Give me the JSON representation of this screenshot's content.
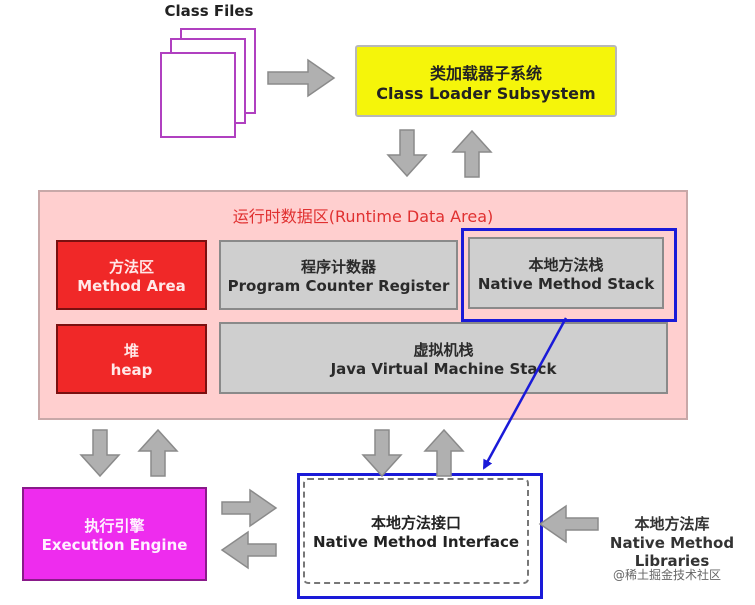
{
  "class_files": {
    "label": "Class Files"
  },
  "class_loader": {
    "cn": "类加载器子系统",
    "en": "Class Loader Subsystem"
  },
  "runtime_area": {
    "title": "运行时数据区(Runtime Data Area)",
    "method_area": {
      "cn": "方法区",
      "en": "Method Area"
    },
    "pc_register": {
      "cn": "程序计数器",
      "en": "Program Counter Register"
    },
    "native_stack": {
      "cn": "本地方法栈",
      "en": "Native Method Stack"
    },
    "heap": {
      "cn": "堆",
      "en": "heap"
    },
    "jvm_stack": {
      "cn": "虚拟机栈",
      "en": "Java Virtual Machine Stack"
    }
  },
  "execution_engine": {
    "cn": "执行引擎",
    "en": "Execution Engine"
  },
  "native_interface": {
    "cn": "本地方法接口",
    "en": "Native Method Interface"
  },
  "native_libraries": {
    "cn": "本地方法库",
    "line1": "Native Method",
    "line2": "Libraries"
  },
  "watermark": "@稀土掘金技术社区",
  "colors": {
    "arrow_gray": "#b0b0b0",
    "connector_blue": "#1a1ad8",
    "loader_yellow": "#f5f50a",
    "runtime_pink": "#ffcfcf",
    "memory_red": "#f02828",
    "engine_magenta": "#ee2cee"
  }
}
